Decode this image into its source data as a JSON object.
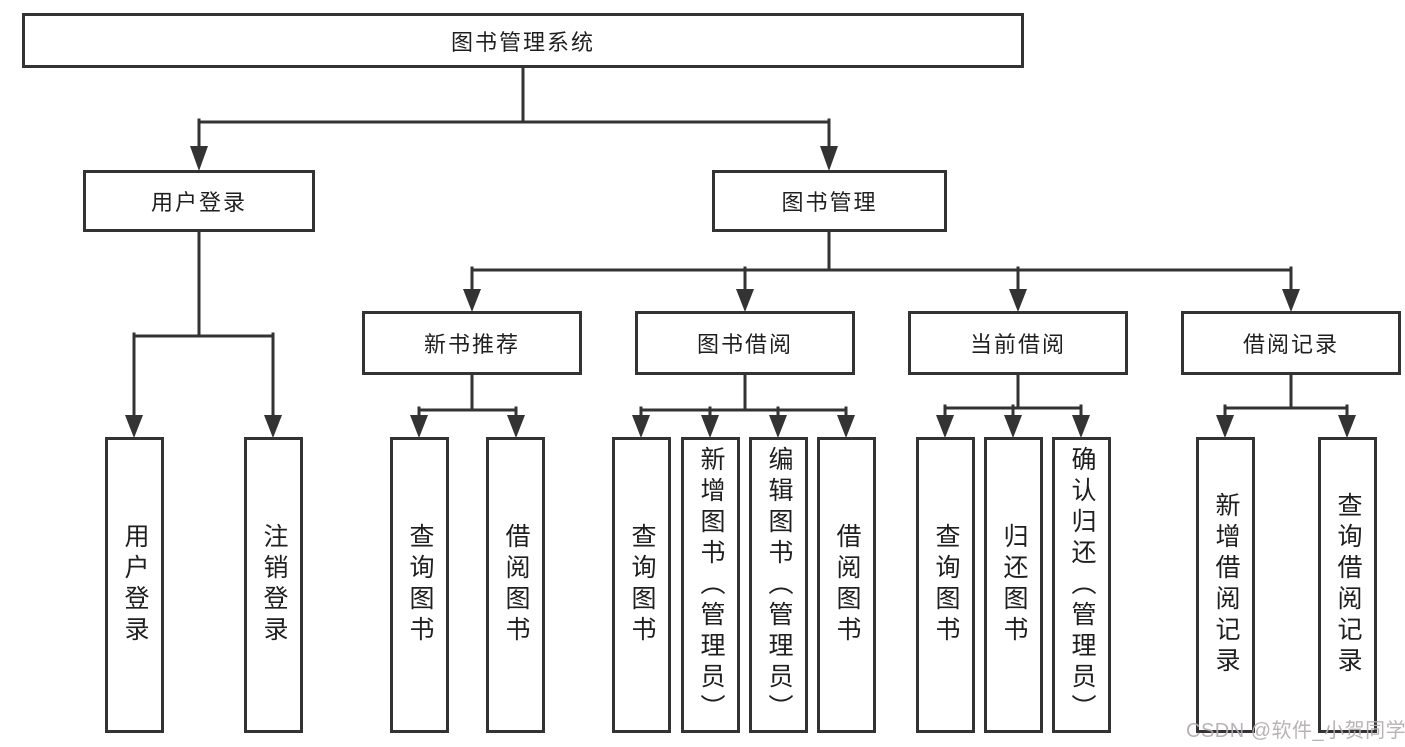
{
  "tree": {
    "root": {
      "label": "图书管理系统"
    },
    "children": [
      {
        "label": "用户登录",
        "children": [
          {
            "label": "用户登录"
          },
          {
            "label": "注销登录"
          }
        ]
      },
      {
        "label": "图书管理",
        "children": [
          {
            "label": "新书推荐",
            "children": [
              {
                "label": "查询图书"
              },
              {
                "label": "借阅图书"
              }
            ]
          },
          {
            "label": "图书借阅",
            "children": [
              {
                "label": "查询图书"
              },
              {
                "label": "新增图书（管理员）"
              },
              {
                "label": "编辑图书（管理员）"
              },
              {
                "label": "借阅图书"
              }
            ]
          },
          {
            "label": "当前借阅",
            "children": [
              {
                "label": "查询图书"
              },
              {
                "label": "归还图书"
              },
              {
                "label": "确认归还（管理员）"
              }
            ]
          },
          {
            "label": "借阅记录",
            "children": [
              {
                "label": "新增借阅记录"
              },
              {
                "label": "查询借阅记录"
              }
            ]
          }
        ]
      }
    ]
  },
  "watermark": {
    "text": "CSDN @软件_小贺同学"
  },
  "colors": {
    "line": "#333333",
    "node_border": "#333333",
    "text": "#1f1f1f",
    "watermark": "#b2acb1",
    "background": "#ffffff"
  }
}
